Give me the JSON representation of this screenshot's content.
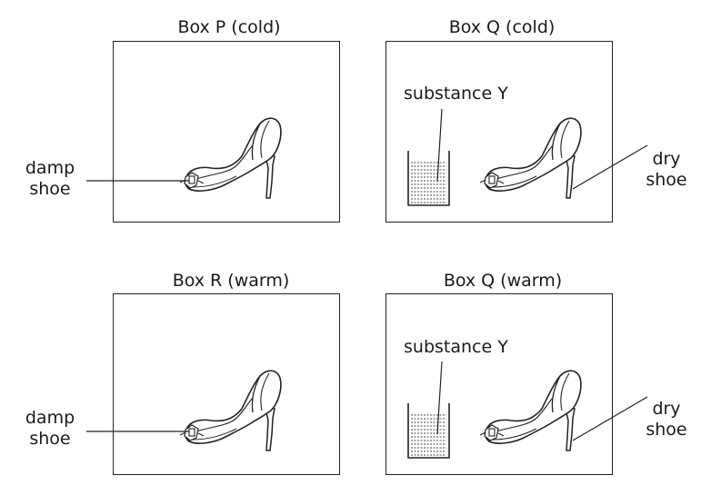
{
  "panels": [
    {
      "title": "Box P (cold)",
      "has_substance": false,
      "shoe_label_lines": [
        "damp",
        "shoe"
      ]
    },
    {
      "title": "Box Q (cold)",
      "has_substance": true,
      "substance_label": "substance Y",
      "shoe_label_lines": [
        "dry",
        "shoe"
      ]
    },
    {
      "title": "Box R (warm)",
      "has_substance": false,
      "shoe_label_lines": [
        "damp",
        "shoe"
      ]
    },
    {
      "title": "Box Q (warm)",
      "has_substance": true,
      "substance_label": "substance Y",
      "shoe_label_lines": [
        "dry",
        "shoe"
      ]
    }
  ]
}
